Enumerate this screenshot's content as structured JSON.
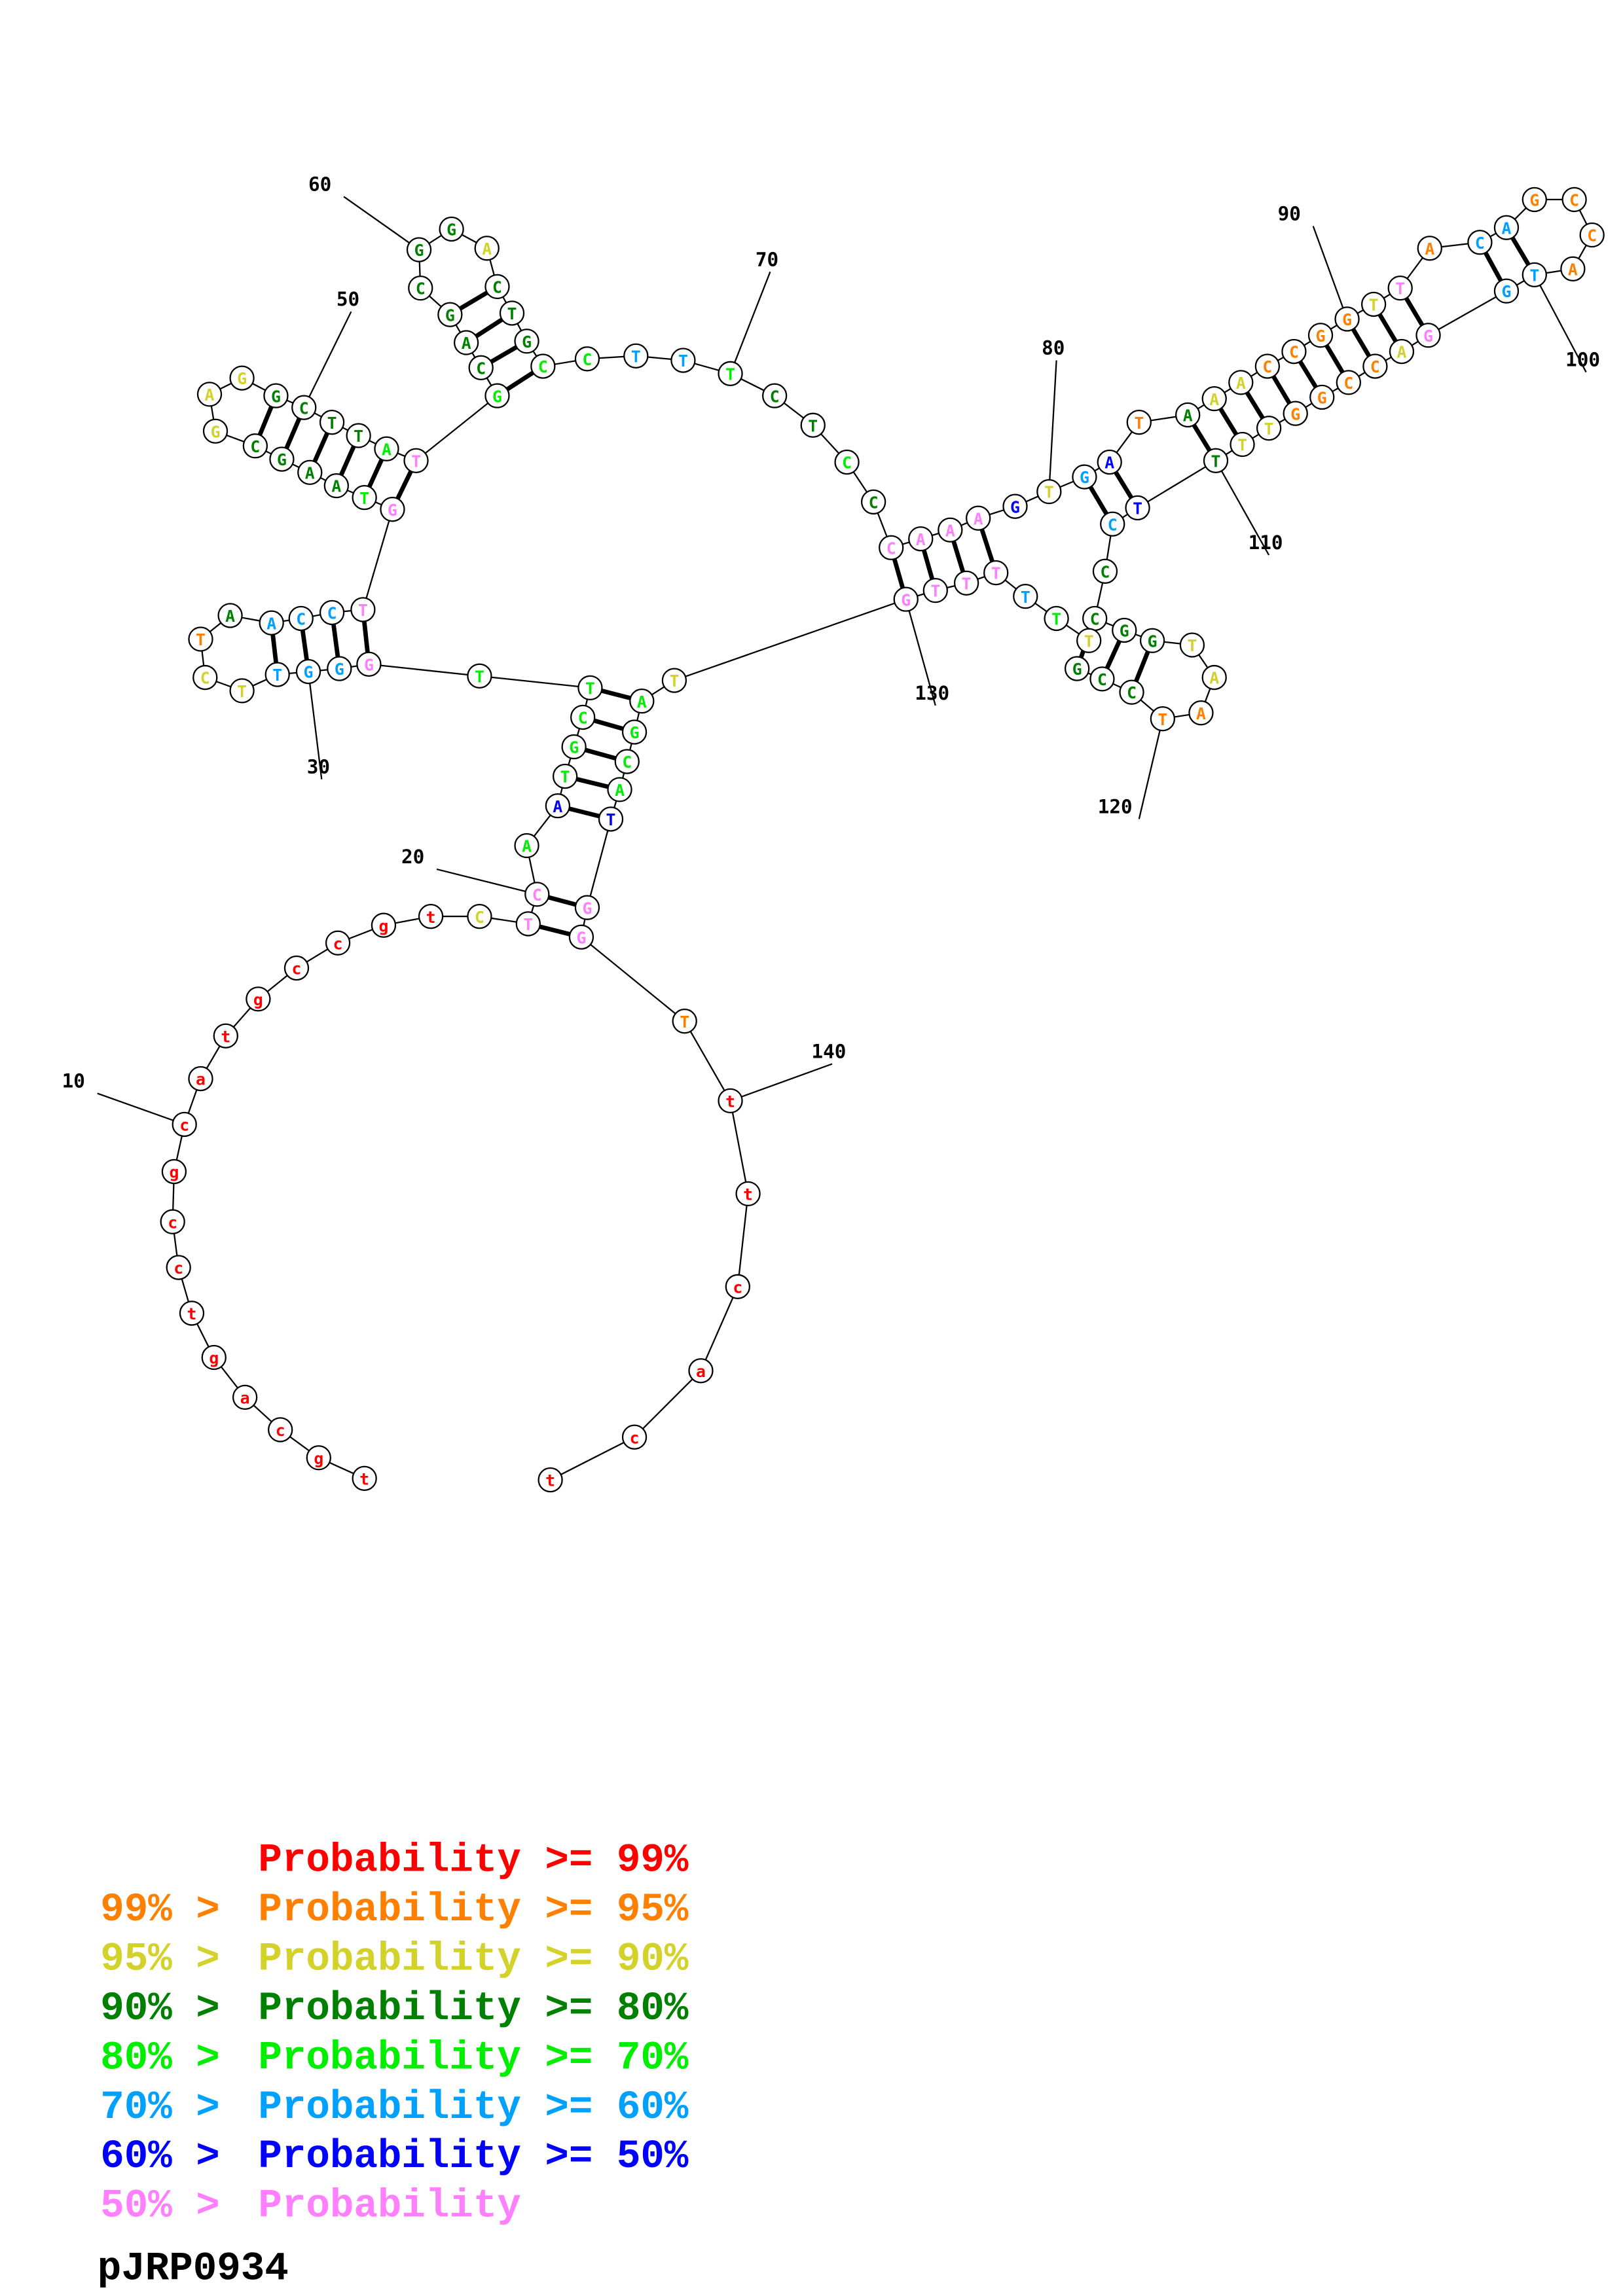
{
  "colors": {
    "r": "#ff0000",
    "o": "#ff8000",
    "y": "#d2d22a",
    "d": "#008000",
    "g": "#00ee00",
    "l": "#00a0ff",
    "b": "#0000ff",
    "p": "#ff80ff"
  },
  "nucleotides": [
    [
      "t",
      "r"
    ],
    [
      "g",
      "r"
    ],
    [
      "c",
      "r"
    ],
    [
      "a",
      "r"
    ],
    [
      "g",
      "r"
    ],
    [
      "t",
      "r"
    ],
    [
      "c",
      "r"
    ],
    [
      "c",
      "r"
    ],
    [
      "g",
      "r"
    ],
    [
      "c",
      "r"
    ],
    [
      "a",
      "r"
    ],
    [
      "t",
      "r"
    ],
    [
      "g",
      "r"
    ],
    [
      "c",
      "r"
    ],
    [
      "c",
      "r"
    ],
    [
      "g",
      "r"
    ],
    [
      "t",
      "r"
    ],
    [
      "C",
      "y"
    ],
    [
      "T",
      "p"
    ],
    [
      "C",
      "p"
    ],
    [
      "A",
      "g"
    ],
    [
      "A",
      "b"
    ],
    [
      "T",
      "g"
    ],
    [
      "G",
      "g"
    ],
    [
      "C",
      "g"
    ],
    [
      "T",
      "g"
    ],
    [
      "T",
      "g"
    ],
    [
      "G",
      "p"
    ],
    [
      "G",
      "l"
    ],
    [
      "G",
      "l"
    ],
    [
      "T",
      "l"
    ],
    [
      "T",
      "y"
    ],
    [
      "C",
      "y"
    ],
    [
      "T",
      "o"
    ],
    [
      "A",
      "d"
    ],
    [
      "A",
      "l"
    ],
    [
      "C",
      "l"
    ],
    [
      "C",
      "l"
    ],
    [
      "T",
      "p"
    ],
    [
      "G",
      "p"
    ],
    [
      "T",
      "g"
    ],
    [
      "A",
      "d"
    ],
    [
      "A",
      "d"
    ],
    [
      "G",
      "d"
    ],
    [
      "C",
      "d"
    ],
    [
      "G",
      "y"
    ],
    [
      "A",
      "y"
    ],
    [
      "G",
      "y"
    ],
    [
      "G",
      "d"
    ],
    [
      "C",
      "d"
    ],
    [
      "T",
      "d"
    ],
    [
      "T",
      "d"
    ],
    [
      "A",
      "g"
    ],
    [
      "T",
      "p"
    ],
    [
      "G",
      "g"
    ],
    [
      "C",
      "d"
    ],
    [
      "A",
      "d"
    ],
    [
      "G",
      "d"
    ],
    [
      "C",
      "d"
    ],
    [
      "G",
      "d"
    ],
    [
      "G",
      "d"
    ],
    [
      "A",
      "y"
    ],
    [
      "C",
      "d"
    ],
    [
      "T",
      "d"
    ],
    [
      "G",
      "d"
    ],
    [
      "C",
      "g"
    ],
    [
      "C",
      "g"
    ],
    [
      "T",
      "l"
    ],
    [
      "T",
      "l"
    ],
    [
      "T",
      "g"
    ],
    [
      "C",
      "d"
    ],
    [
      "T",
      "d"
    ],
    [
      "C",
      "g"
    ],
    [
      "C",
      "d"
    ],
    [
      "C",
      "p"
    ],
    [
      "A",
      "p"
    ],
    [
      "A",
      "p"
    ],
    [
      "A",
      "p"
    ],
    [
      "G",
      "b"
    ],
    [
      "T",
      "y"
    ],
    [
      "G",
      "l"
    ],
    [
      "A",
      "b"
    ],
    [
      "T",
      "o"
    ],
    [
      "A",
      "d"
    ],
    [
      "A",
      "y"
    ],
    [
      "A",
      "y"
    ],
    [
      "C",
      "o"
    ],
    [
      "C",
      "o"
    ],
    [
      "G",
      "o"
    ],
    [
      "G",
      "o"
    ],
    [
      "T",
      "y"
    ],
    [
      "T",
      "p"
    ],
    [
      "A",
      "o"
    ],
    [
      "C",
      "l"
    ],
    [
      "A",
      "l"
    ],
    [
      "G",
      "o"
    ],
    [
      "C",
      "o"
    ],
    [
      "C",
      "o"
    ],
    [
      "A",
      "o"
    ],
    [
      "T",
      "l"
    ],
    [
      "G",
      "l"
    ],
    [
      "G",
      "p"
    ],
    [
      "A",
      "y"
    ],
    [
      "C",
      "o"
    ],
    [
      "C",
      "o"
    ],
    [
      "G",
      "o"
    ],
    [
      "G",
      "o"
    ],
    [
      "T",
      "y"
    ],
    [
      "T",
      "y"
    ],
    [
      "T",
      "d"
    ],
    [
      "T",
      "b"
    ],
    [
      "C",
      "l"
    ],
    [
      "C",
      "d"
    ],
    [
      "C",
      "d"
    ],
    [
      "G",
      "d"
    ],
    [
      "G",
      "d"
    ],
    [
      "T",
      "y"
    ],
    [
      "A",
      "y"
    ],
    [
      "A",
      "o"
    ],
    [
      "T",
      "o"
    ],
    [
      "C",
      "d"
    ],
    [
      "C",
      "d"
    ],
    [
      "G",
      "d"
    ],
    [
      "T",
      "y"
    ],
    [
      "T",
      "g"
    ],
    [
      "T",
      "l"
    ],
    [
      "T",
      "p"
    ],
    [
      "T",
      "p"
    ],
    [
      "T",
      "p"
    ],
    [
      "G",
      "p"
    ],
    [
      "T",
      "y"
    ],
    [
      "A",
      "g"
    ],
    [
      "G",
      "g"
    ],
    [
      "C",
      "g"
    ],
    [
      "A",
      "g"
    ],
    [
      "T",
      "b"
    ],
    [
      "G",
      "p"
    ],
    [
      "G",
      "p"
    ],
    [
      "T",
      "o"
    ],
    [
      "t",
      "r"
    ],
    [
      "t",
      "r"
    ],
    [
      "c",
      "r"
    ],
    [
      "a",
      "r"
    ],
    [
      "c",
      "r"
    ],
    [
      "t",
      "r"
    ]
  ],
  "pairs": [
    [
      19,
      138
    ],
    [
      20,
      137
    ],
    [
      22,
      136
    ],
    [
      23,
      135
    ],
    [
      24,
      134
    ],
    [
      25,
      133
    ],
    [
      26,
      132
    ],
    [
      28,
      39
    ],
    [
      29,
      38
    ],
    [
      30,
      37
    ],
    [
      31,
      36
    ],
    [
      40,
      54
    ],
    [
      41,
      53
    ],
    [
      42,
      52
    ],
    [
      43,
      51
    ],
    [
      44,
      50
    ],
    [
      45,
      49
    ],
    [
      55,
      66
    ],
    [
      56,
      65
    ],
    [
      57,
      64
    ],
    [
      58,
      63
    ],
    [
      75,
      130
    ],
    [
      76,
      129
    ],
    [
      77,
      128
    ],
    [
      78,
      127
    ],
    [
      81,
      112
    ],
    [
      82,
      111
    ],
    [
      84,
      110
    ],
    [
      85,
      109
    ],
    [
      86,
      108
    ],
    [
      87,
      107
    ],
    [
      88,
      106
    ],
    [
      89,
      105
    ],
    [
      90,
      104
    ],
    [
      91,
      103
    ],
    [
      92,
      102
    ],
    [
      94,
      101
    ],
    [
      95,
      100
    ],
    [
      114,
      123
    ],
    [
      115,
      122
    ],
    [
      116,
      121
    ]
  ],
  "position_labels": [
    "10",
    "20",
    "30",
    "50",
    "60",
    "70",
    "80",
    "90",
    "100",
    "110",
    "120",
    "130",
    "140"
  ],
  "legend": [
    {
      "prefix": "    ",
      "text": "Probability >= 99%",
      "color": "#ff0000"
    },
    {
      "prefix": "99% > ",
      "text": "Probability >= 95%",
      "color": "#ff8000"
    },
    {
      "prefix": "95% > ",
      "text": "Probability >= 90%",
      "color": "#d2d22a"
    },
    {
      "prefix": "90% > ",
      "text": "Probability >= 80%",
      "color": "#008000"
    },
    {
      "prefix": "80% > ",
      "text": "Probability >= 70%",
      "color": "#00ee00"
    },
    {
      "prefix": "70% > ",
      "text": "Probability >= 60%",
      "color": "#00a0ff"
    },
    {
      "prefix": "60% > ",
      "text": "Probability >= 50%",
      "color": "#0000ff"
    },
    {
      "prefix": "50% > ",
      "text": "Probability",
      "color": "#ff80ff"
    }
  ],
  "title": "pJRP0934"
}
